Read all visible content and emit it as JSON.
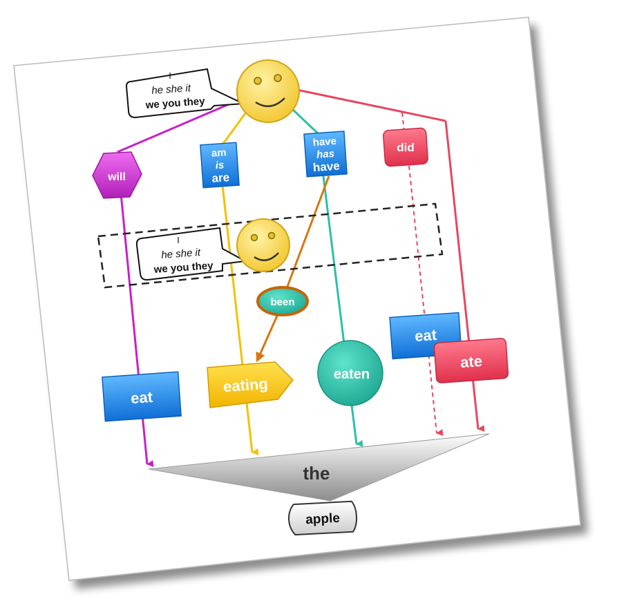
{
  "pronouns": {
    "top": {
      "line1": "I",
      "line2": "he she it",
      "line3": "we you they"
    },
    "middle": {
      "line1": "I",
      "line2": "he she it",
      "line3": "we you they"
    }
  },
  "auxiliaries": {
    "will": "will",
    "be": {
      "line1": "am",
      "line2": "is",
      "line3": "are"
    },
    "have": {
      "line1": "have",
      "line2": "has",
      "line3": "have"
    },
    "did": "did"
  },
  "been": "been",
  "verbs": {
    "eat_future": "eat",
    "eating": "eating",
    "eaten": "eaten",
    "eat_did": "eat",
    "ate": "ate"
  },
  "article": "the",
  "noun": "apple",
  "colors": {
    "magenta": "#c81fc8",
    "yellow": "#f5c000",
    "teal": "#2bbfa8",
    "orange": "#d8770f",
    "red": "#e8455e",
    "blue": "#1e88e5",
    "smiley": "#f7d445"
  }
}
